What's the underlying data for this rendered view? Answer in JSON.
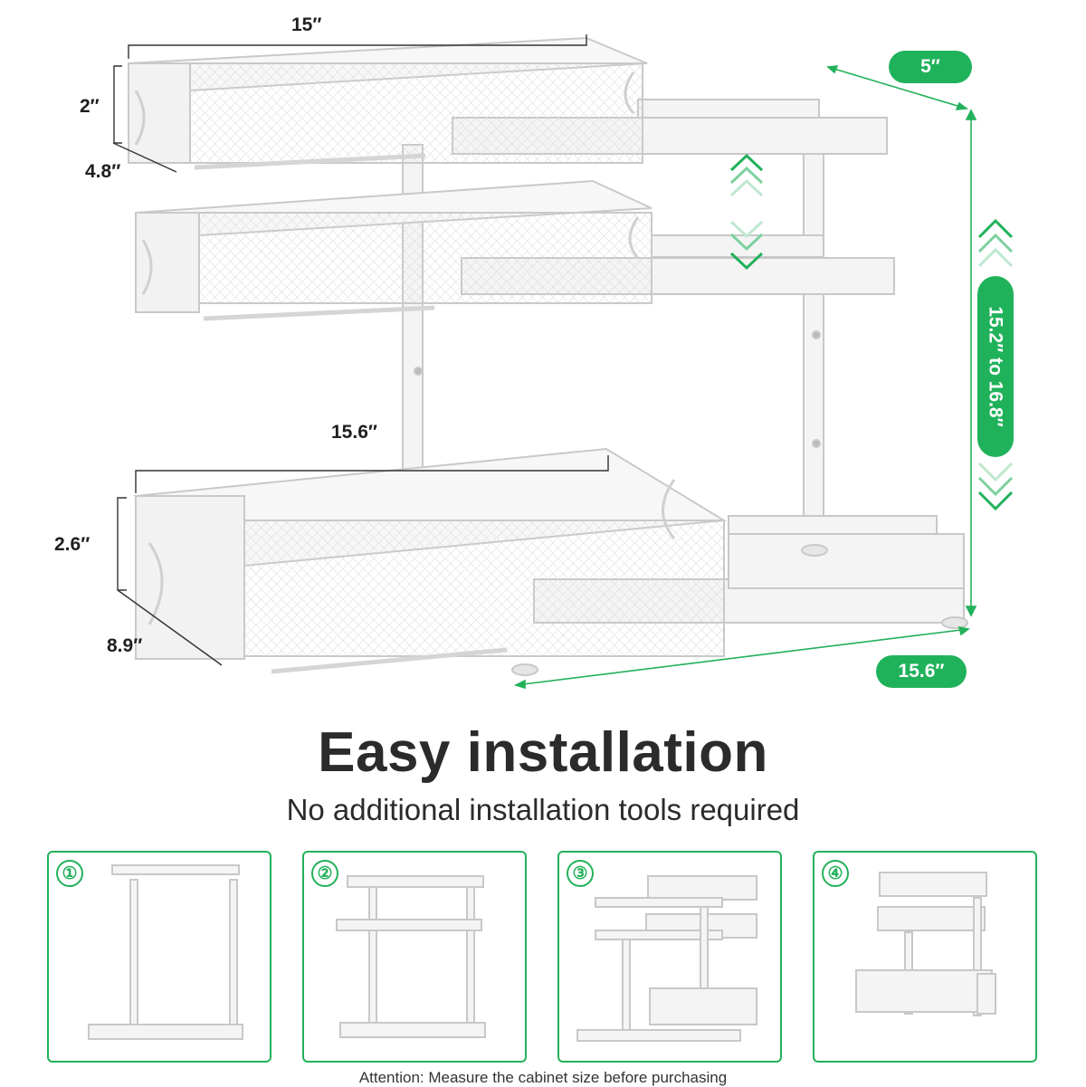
{
  "dimensions": {
    "top_width": "15″",
    "top_height": "2″",
    "top_depth": "4.8″",
    "bottom_width": "15.6″",
    "bottom_height": "2.6″",
    "bottom_depth": "8.9″",
    "frame_depth": "5″",
    "frame_height": "15.2″ to 16.8″",
    "frame_width": "15.6″"
  },
  "headline": "Easy installation",
  "subheadline": "No additional installation tools required",
  "steps": [
    {
      "number": "①"
    },
    {
      "number": "②"
    },
    {
      "number": "③"
    },
    {
      "number": "④"
    }
  ],
  "footnote": "Attention: Measure the cabinet size before purchasing",
  "colors": {
    "accent": "#20b25b",
    "text": "#2b2b2b",
    "line": "#333333"
  },
  "icons": [
    "double-chevron-up-icon",
    "double-chevron-down-icon"
  ]
}
